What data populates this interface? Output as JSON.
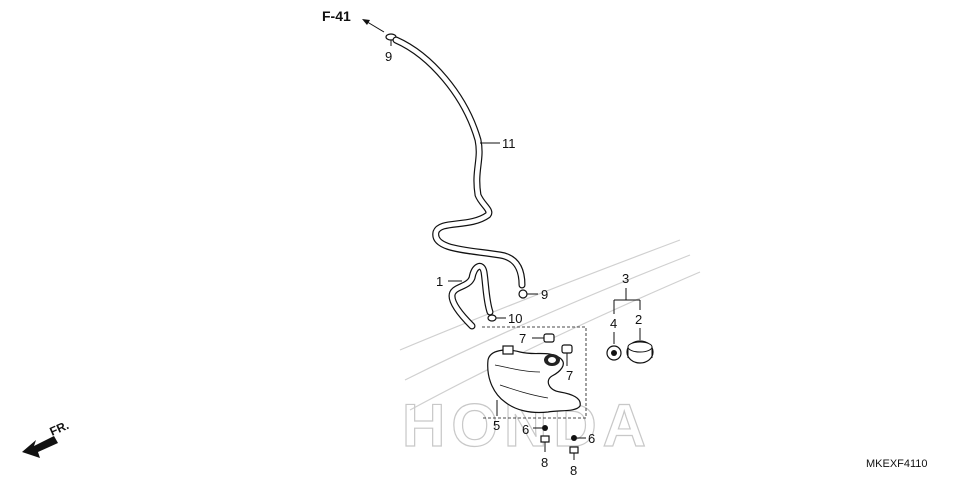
{
  "diagram": {
    "reference_link": "F-41",
    "drawing_code": "MKEXF4110",
    "direction_label": "FR.",
    "watermark": "HONDA",
    "callouts": {
      "c1": "1",
      "c2": "2",
      "c3": "3",
      "c4": "4",
      "c5": "5",
      "c6a": "6",
      "c6b": "6",
      "c7a": "7",
      "c7b": "7",
      "c8a": "8",
      "c8b": "8",
      "c9a": "9",
      "c9b": "9",
      "c10": "10",
      "c11": "11"
    }
  }
}
